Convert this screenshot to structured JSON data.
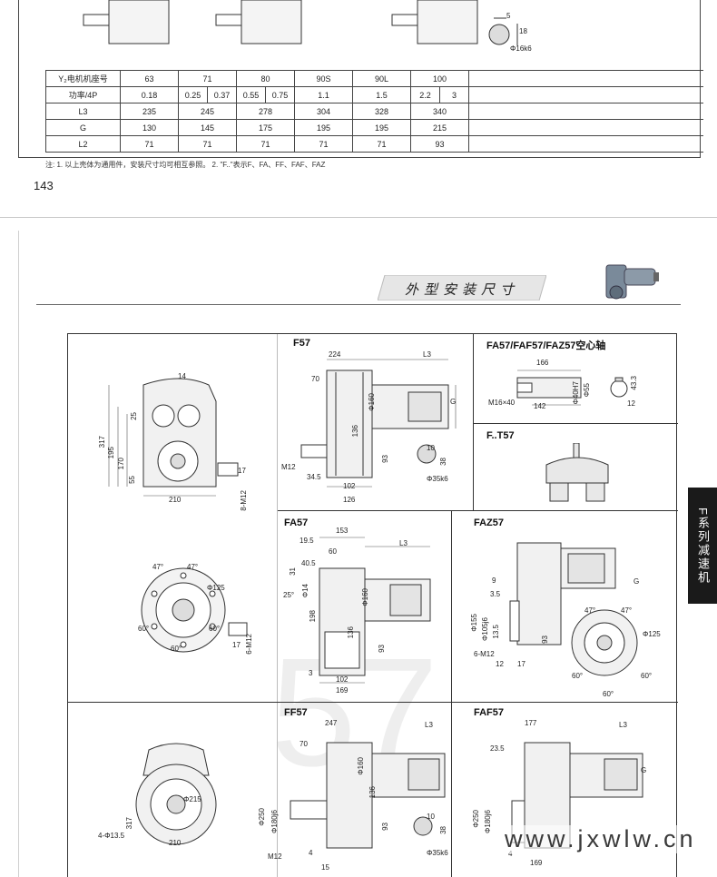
{
  "top_page": {
    "table": {
      "rows": [
        {
          "label": "Y₂电机机座号",
          "cells": [
            "63",
            "71",
            "80",
            "90S",
            "90L",
            "100"
          ]
        },
        {
          "label": "功率/4P",
          "cells": [
            "0.18",
            "0.25",
            "0.37",
            "0.55",
            "0.75",
            "1.1",
            "1.5",
            "2.2",
            "3"
          ]
        },
        {
          "label": "L3",
          "cells": [
            "235",
            "245",
            "278",
            "304",
            "328",
            "340"
          ]
        },
        {
          "label": "G",
          "cells": [
            "130",
            "145",
            "175",
            "195",
            "195",
            "215"
          ]
        },
        {
          "label": "L2",
          "cells": [
            "71",
            "71",
            "71",
            "71",
            "71",
            "93"
          ]
        }
      ]
    },
    "shaft_detail": {
      "d1": "5",
      "d2": "18",
      "d3": "Φ16k6"
    },
    "note": "注: 1. 以上壳体为通用件，安装尺寸均可相互参照。   2. \"F..\"表示F、FA、FF、FAF、FAZ",
    "page_number": "143"
  },
  "header": {
    "title": "外型安装尺寸"
  },
  "side_tab": "F系列减速机",
  "big_number": "57",
  "sections": {
    "f57": {
      "label": "F57",
      "dims": {
        "a": "224",
        "l3": "L3",
        "b": "70",
        "g": "G",
        "c": "Φ160",
        "d": "136",
        "e": "93",
        "f": "34.5",
        "g2": "102",
        "h": "126",
        "m": "M12",
        "s1": "10",
        "s2": "38",
        "s3": "Φ35k6"
      }
    },
    "fa57_hollow": {
      "label": "FA57/FAF57/FAZ57空心轴",
      "dims": {
        "a": "166",
        "b": "M16×40",
        "c": "142",
        "d": "Φ40H7",
        "e": "Φ55",
        "f": "43.3",
        "g": "12"
      }
    },
    "ft57": {
      "label": "F..T57"
    },
    "fa57": {
      "label": "FA57",
      "dims": {
        "a": "153",
        "b": "19.5",
        "c": "60",
        "d": "40.5",
        "e": "31",
        "f": "25°",
        "g": "Φ14",
        "h": "L3",
        "i": "Φ160",
        "j": "198",
        "k": "136",
        "l": "93",
        "m": "3",
        "n": "102",
        "o": "169"
      }
    },
    "faz57": {
      "label": "FAZ57",
      "dims": {
        "a": "9",
        "b": "3.5",
        "c": "Φ155",
        "d": "Φ105j6",
        "e": "13.5",
        "f": "6-M12",
        "g": "12",
        "h": "17",
        "i": "93",
        "j": "G"
      }
    },
    "ff57": {
      "label": "FF57",
      "dims": {
        "a": "247",
        "b": "L3",
        "c": "70",
        "d": "Φ160",
        "e": "Φ250",
        "f": "Φ180j6",
        "g": "136",
        "h": "93",
        "i": "4",
        "j": "15",
        "k": "M12",
        "l": "10",
        "m": "38",
        "n": "Φ35k6"
      }
    },
    "faf57": {
      "label": "FAF57",
      "dims": {
        "a": "177",
        "b": "L3",
        "c": "23.5",
        "d": "Φ250",
        "e": "Φ180j6",
        "f": "4",
        "g": "169",
        "h": "G"
      }
    },
    "left_f57": {
      "dims": {
        "a": "14",
        "b": "25",
        "c": "317",
        "d": "195",
        "e": "170",
        "f": "55",
        "g": "210",
        "h": "8-M12",
        "i": "17",
        "j": "14"
      }
    },
    "left_fa57": {
      "dims": {
        "a": "47°",
        "b": "47°",
        "c": "Φ125",
        "d": "60°",
        "e": "60°",
        "f": "60°",
        "g": "17",
        "h": "6-M12"
      }
    },
    "faz57_flange": {
      "dims": {
        "a": "47°",
        "b": "47°",
        "c": "Φ125",
        "d": "60°",
        "e": "60°",
        "f": "60°"
      }
    },
    "left_ff57": {
      "dims": {
        "a": "317",
        "b": "Φ215",
        "c": "4-Φ13.5",
        "d": "210"
      }
    }
  },
  "watermark": "www.jxwlw.cn"
}
